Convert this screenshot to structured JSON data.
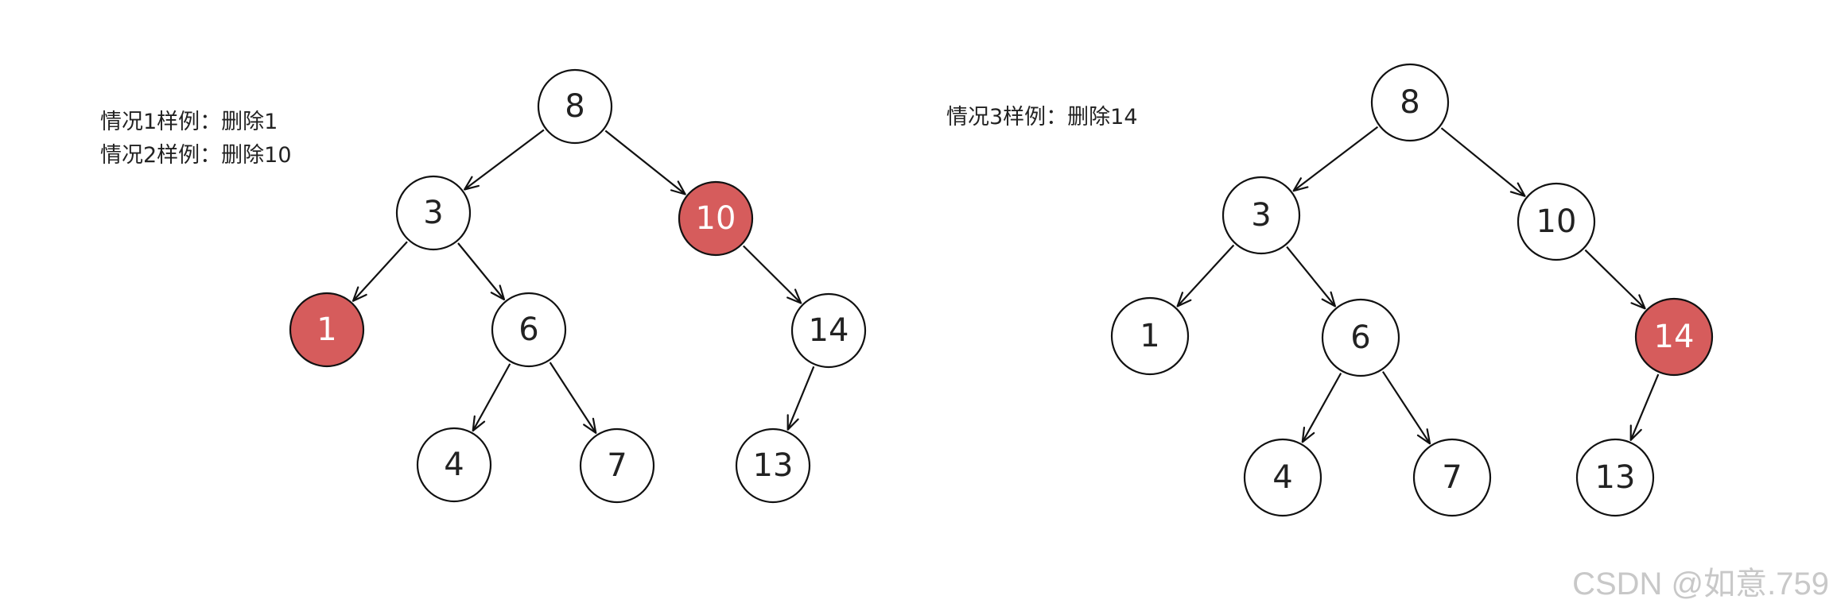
{
  "captions": {
    "case1": "情况1样例：删除1",
    "case2": "情况2样例：删除10",
    "case3": "情况3样例：删除14"
  },
  "colors": {
    "highlight": "#D65C5C",
    "node_fill": "#FFFFFF",
    "stroke": "#111111",
    "text": "#222222",
    "highlight_text": "#FFFFFF",
    "watermark": "#C8C8C8"
  },
  "trees": [
    {
      "nodes": [
        {
          "id": "a8",
          "label": "8",
          "highlighted": false
        },
        {
          "id": "a3",
          "label": "3",
          "highlighted": false
        },
        {
          "id": "a10",
          "label": "10",
          "highlighted": true
        },
        {
          "id": "a1",
          "label": "1",
          "highlighted": true
        },
        {
          "id": "a6",
          "label": "6",
          "highlighted": false
        },
        {
          "id": "a14",
          "label": "14",
          "highlighted": false
        },
        {
          "id": "a4",
          "label": "4",
          "highlighted": false
        },
        {
          "id": "a7",
          "label": "7",
          "highlighted": false
        },
        {
          "id": "a13",
          "label": "13",
          "highlighted": false
        }
      ],
      "edges": [
        [
          "a8",
          "a3"
        ],
        [
          "a8",
          "a10"
        ],
        [
          "a3",
          "a1"
        ],
        [
          "a3",
          "a6"
        ],
        [
          "a10",
          "a14"
        ],
        [
          "a6",
          "a4"
        ],
        [
          "a6",
          "a7"
        ],
        [
          "a14",
          "a13"
        ]
      ]
    },
    {
      "nodes": [
        {
          "id": "b8",
          "label": "8",
          "highlighted": false
        },
        {
          "id": "b3",
          "label": "3",
          "highlighted": false
        },
        {
          "id": "b10",
          "label": "10",
          "highlighted": false
        },
        {
          "id": "b1",
          "label": "1",
          "highlighted": false
        },
        {
          "id": "b6",
          "label": "6",
          "highlighted": false
        },
        {
          "id": "b14",
          "label": "14",
          "highlighted": true
        },
        {
          "id": "b4",
          "label": "4",
          "highlighted": false
        },
        {
          "id": "b7",
          "label": "7",
          "highlighted": false
        },
        {
          "id": "b13",
          "label": "13",
          "highlighted": false
        }
      ],
      "edges": [
        [
          "b8",
          "b3"
        ],
        [
          "b8",
          "b10"
        ],
        [
          "b3",
          "b1"
        ],
        [
          "b3",
          "b6"
        ],
        [
          "b10",
          "b14"
        ],
        [
          "b6",
          "b4"
        ],
        [
          "b6",
          "b7"
        ],
        [
          "b14",
          "b13"
        ]
      ]
    }
  ],
  "watermark": "CSDN @如意.759"
}
